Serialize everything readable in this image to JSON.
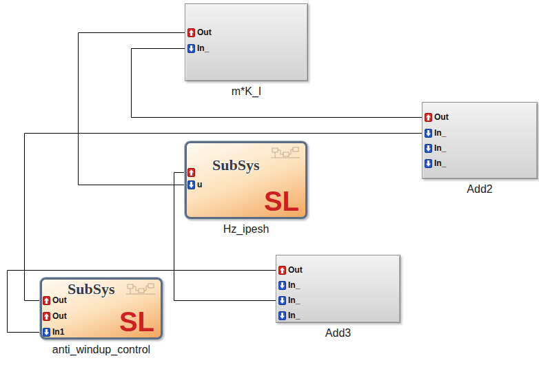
{
  "diagram": {
    "nodes": [
      {
        "text": [
          "Out",
          "In_",
          "m*K_I"
        ]
      },
      {
        "text": [
          "Out",
          "In_",
          "In_",
          "In_",
          "Add2"
        ]
      },
      {
        "text": [
          "SubSys",
          "u",
          "SL",
          "Hz_ipesh"
        ]
      },
      {
        "text": [
          "Out",
          "In_",
          "In_",
          "In_",
          "Add3"
        ]
      },
      {
        "text": [
          "SubSys",
          "Out",
          "Out",
          "In1",
          "SL",
          "anti_windup_control"
        ]
      }
    ],
    "edges": [
      {
        "from": 0,
        "to": 2,
        "arrow": "none"
      },
      {
        "from": 1,
        "to": 0,
        "arrow": "none"
      },
      {
        "from": 4,
        "to": 1,
        "arrow": "none"
      },
      {
        "from": 2,
        "to": 3,
        "arrow": "none"
      },
      {
        "from": 3,
        "to": 4,
        "arrow": "none"
      }
    ]
  }
}
